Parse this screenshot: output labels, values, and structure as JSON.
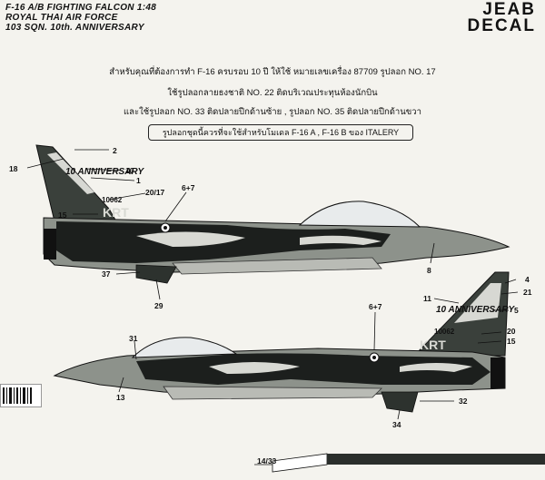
{
  "header": {
    "line1": "F-16 A/B FIGHTING FALCON 1:48",
    "line2": "ROYAL THAI AIR FORCE",
    "line3": "103 SQN. 10th. ANNIVERSARY"
  },
  "logo": {
    "line1": "JEAB",
    "line2": "DECAL"
  },
  "instructions": {
    "line1": "สำหรับคุณที่ต้องการทำ F-16 ครบรอบ 10 ปี ให้ใช้ หมายเลขเครื่อง 87709 รูปลอก NO. 17",
    "line2": "ใช้รูปลอกลายธงชาติ NO. 22 ติดบริเวณประทุนห้องนักบิน",
    "line3": "และใช้รูปลอก NO. 33 ติดปลายปีกด้านซ้าย , รูปลอก NO. 35 ติดปลายปีกด้านขวา"
  },
  "note": "รูปลอกชุดนี้ควรที่จะใช้สำหรับโมเดล F-16 A , F-16 B ของ ITALERY",
  "aircraft_top": {
    "tail_code": "KRT",
    "serial": "10062",
    "tail_text": "10 ANNIVERSARY",
    "callouts": [
      "2",
      "18",
      "10",
      "1",
      "20/17",
      "6+7",
      "15",
      "8",
      "37",
      "29"
    ]
  },
  "aircraft_bottom": {
    "tail_code": "KRT",
    "serial": "10062",
    "tail_text": "10 ANNIVERSARY",
    "callouts": [
      "4",
      "21",
      "11",
      "5",
      "6+7",
      "20",
      "15",
      "31",
      "13",
      "32",
      "34"
    ]
  },
  "bottom_label": "14/33",
  "colors": {
    "camo_dark": "#1c1f1d",
    "camo_mid": "#4a534c",
    "camo_light": "#a8aca6"
  }
}
